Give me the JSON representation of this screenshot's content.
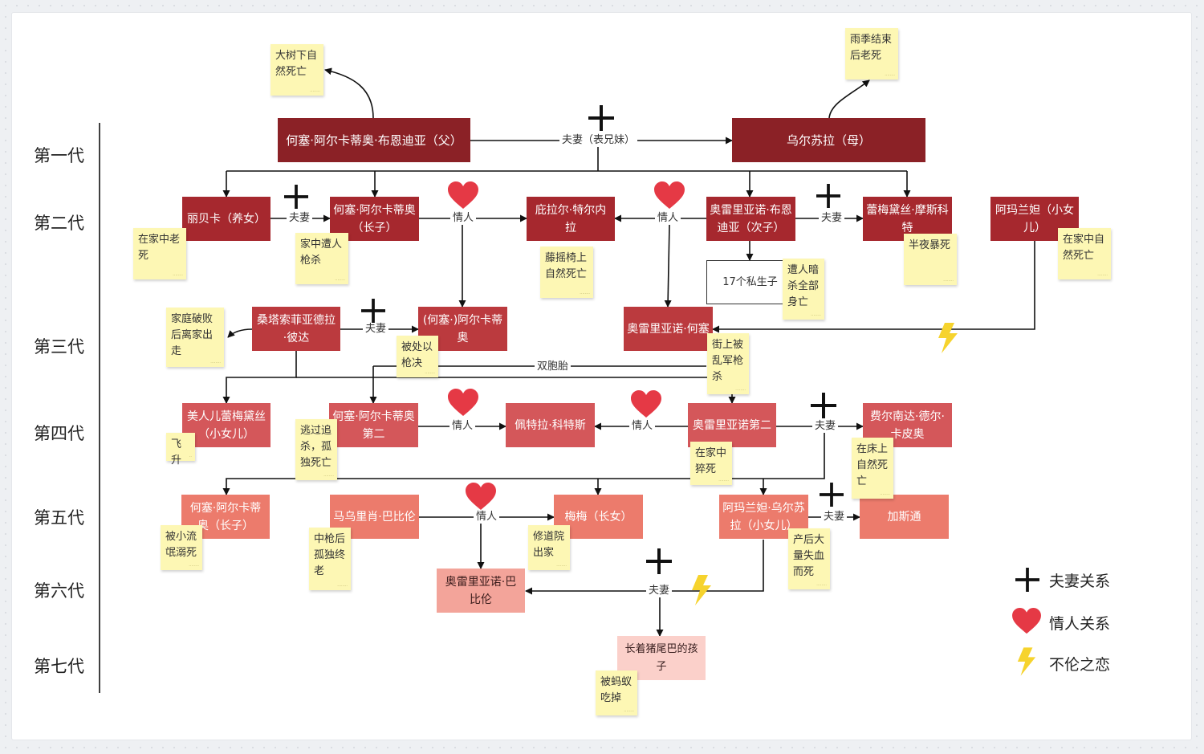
{
  "generations": [
    "第一代",
    "第二代",
    "第三代",
    "第四代",
    "第五代",
    "第六代",
    "第七代"
  ],
  "nodes": {
    "jose_arcadio_buendia": "何塞·阿尔卡蒂奥·布恩迪亚（父）",
    "ursula": "乌尔苏拉（母）",
    "rebeca": "丽贝卡（养女）",
    "jose_arcadio": "何塞·阿尔卡蒂奥（长子）",
    "pilar_ternera": "庇拉尔·特尔内拉",
    "aureliano_buendia": "奥雷里亚诺·布恩迪亚（次子）",
    "remedios_moscote": "蕾梅黛丝·摩斯科特",
    "amaranta": "阿玛兰妲（小女儿）",
    "seventeen_sons": "17个私生子",
    "santa_sofia": "桑塔索菲亚德拉·彼达",
    "arcadio": "(何塞·)阿尔卡蒂奥",
    "aureliano_jose": "奥雷里亚诺·何塞",
    "remedios_beauty": "美人儿蕾梅黛丝（小女儿）",
    "jose_arcadio_segundo": "何塞·阿尔卡蒂奥第二",
    "petra_cotes": "佩特拉·科特斯",
    "aureliano_segundo": "奥雷里亚诺第二",
    "fernanda": "费尔南达·德尔·卡皮奥",
    "jose_arcadio_5": "何塞·阿尔卡蒂奥（长子）",
    "mauricio": "马乌里肖·巴比伦",
    "meme": "梅梅（长女）",
    "amaranta_ursula": "阿玛兰妲·乌尔苏拉（小女儿）",
    "gaston": "加斯通",
    "aureliano_babilonia": "奥雷里亚诺·巴比伦",
    "pig_tail_child": "长着猪尾巴的孩子"
  },
  "relations": {
    "cousins_married": "夫妻（表兄妹）",
    "married": "夫妻",
    "lovers": "情人",
    "twins": "双胞胎"
  },
  "notes": {
    "jab_death": "大树下自然死亡",
    "ursula_death": "雨季结束后老死",
    "rebeca_death": "在家中老死",
    "ja_death": "家中遭人枪杀",
    "pilar_death": "藤摇椅上自然死亡",
    "remedios_m_death": "半夜暴死",
    "amaranta_death": "在家中自然死亡",
    "sons_death": "遭人暗杀全部身亡",
    "santa_death": "家庭破败后离家出走",
    "arcadio_death": "被处以枪决",
    "aj_death": "街上被乱军枪杀",
    "beauty_fate": "飞升",
    "jas_death": "逃过追杀，孤独死亡",
    "as_death": "在家中猝死",
    "fernanda_death": "在床上自然死亡",
    "ja5_death": "被小流氓溺死",
    "mauricio_death": "中枪后孤独终老",
    "meme_fate": "修道院出家",
    "au_death": "产后大量失血而死",
    "child_fate": "被蚂蚁吃掉"
  },
  "legend": [
    {
      "icon": "plus-icon",
      "label": "夫妻关系"
    },
    {
      "icon": "heart-icon",
      "label": "情人关系"
    },
    {
      "icon": "lightning-icon",
      "label": "不伦之恋"
    }
  ],
  "colors": {
    "gen1": "#8b2126",
    "gen2": "#a6282e",
    "gen3": "#bb3a3e",
    "gen4": "#d4575a",
    "gen5": "#ec7b6c",
    "gen6": "#f3a49a",
    "gen7": "#fbd0ca",
    "note": "#fdf7b4",
    "heart": "#e53945",
    "lightning": "#f6d32d"
  }
}
